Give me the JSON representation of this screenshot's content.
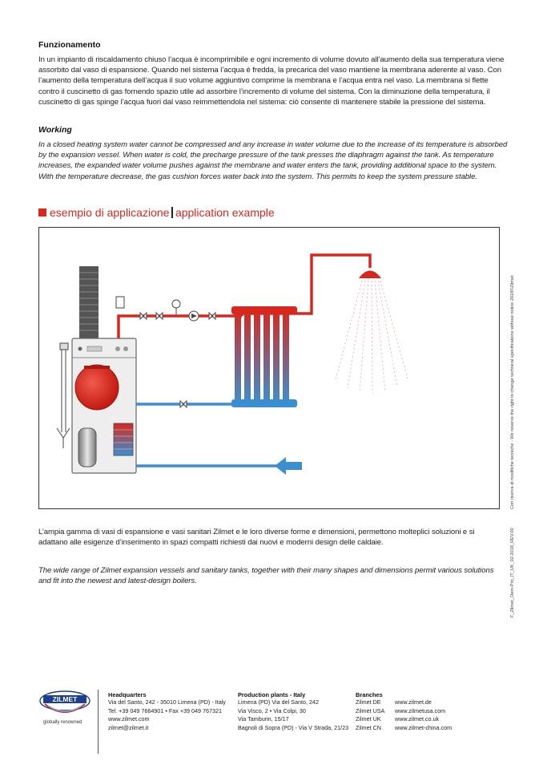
{
  "it_heading": "Funzionamento",
  "it_text": "In un impianto di riscaldamento chiuso l’acqua è incomprimibile e ogni incremento di volume dovuto all’aumento della sua temperatura viene assorbito dal vaso di espansione. Quando nel sistema l’acqua è fredda, la precarica del vaso mantiene la membrana aderente al vaso. Con l’aumento della temperatura dell’acqua il suo volume aggiuntivo comprime la membrana e l’acqua entra nel vaso. La membrana si flette contro il cuscinetto di gas fornendo spazio utile ad assorbire l’incremento di volume del sistema. Con la diminuzione della temperatura, il cuscinetto di gas spinge l’acqua fuori dal vaso reimmettendola nel sistema: ciò consente di mantenere stabile la pressione del sistema.",
  "en_heading": "Working",
  "en_text": "In a closed heating system water cannot be compressed and any increase in water volume due to the increase of its temperature is absorbed by the expansion vessel. When water is cold, the precharge pressure of the tank presses the diaphragm against the tank. As temperature increases, the expanded water volume pushes against the membrane and water enters the tank, providing additional space to the system. With the temperature decrease, the gas cushion forces water back into the system. This permits to keep the system pressure stable.",
  "section_title_it": "esempio di applicazione",
  "section_title_en": "application example",
  "body_it": "L’ampia gamma di vasi di espansione e vasi sanitari Zilmet e le loro diverse forme e dimensioni, permettono molteplici soluzioni e si adattano alle esigenze d’inserimento in spazi compatti richiesti dai nuovi e moderni design delle caldaie.",
  "body_en": "The wide range of Zilmet expansion vessels and sanitary tanks, together with their many shapes and dimensions permit various solutions and fit into the newest and latest-design boilers.",
  "side_note_1": "Con riserva di modifiche tecniche - We reserve the right to change technical specifications without notice     2018©Zilmet",
  "side_note_2": "F_Zilmet_Oem-Pro_IT_UK_02.2018_REV.00",
  "logo_text": "ZILMET",
  "logo_tagline": "globally renowned",
  "footer": {
    "hq_title": "Headquarters",
    "hq_lines": [
      "Via del Santo, 242 - 35010 Limena (PD) - Italy",
      "Tel. +39 049 7664901 • Fax +39 049 767321",
      "www.zilmet.com",
      "zilmet@zilmet.it"
    ],
    "plants_title": "Production plants - Italy",
    "plants_lines": [
      "Limena (PD)  Via del Santo, 242",
      "Via Visco, 2 • Via Colpi, 30",
      "Via Tamburin, 15/17",
      "Bagnoli di Sopra (PD) - Via V Strada, 21/23"
    ],
    "branches_title": "Branches",
    "branches": [
      {
        "name": "Zilmet DE",
        "url": "www.zilmet.de"
      },
      {
        "name": "Zilmet USA",
        "url": "www.zilmetusa.com"
      },
      {
        "name": "Zilmet UK",
        "url": "www.zilmet.co.uk"
      },
      {
        "name": "Zilmet CN",
        "url": "www.zilmet-china.com"
      }
    ]
  },
  "colors": {
    "accent": "#d8281e",
    "hot": "#d8281e",
    "cold": "#3a8fd0",
    "logo_blue": "#1c3f8f"
  }
}
